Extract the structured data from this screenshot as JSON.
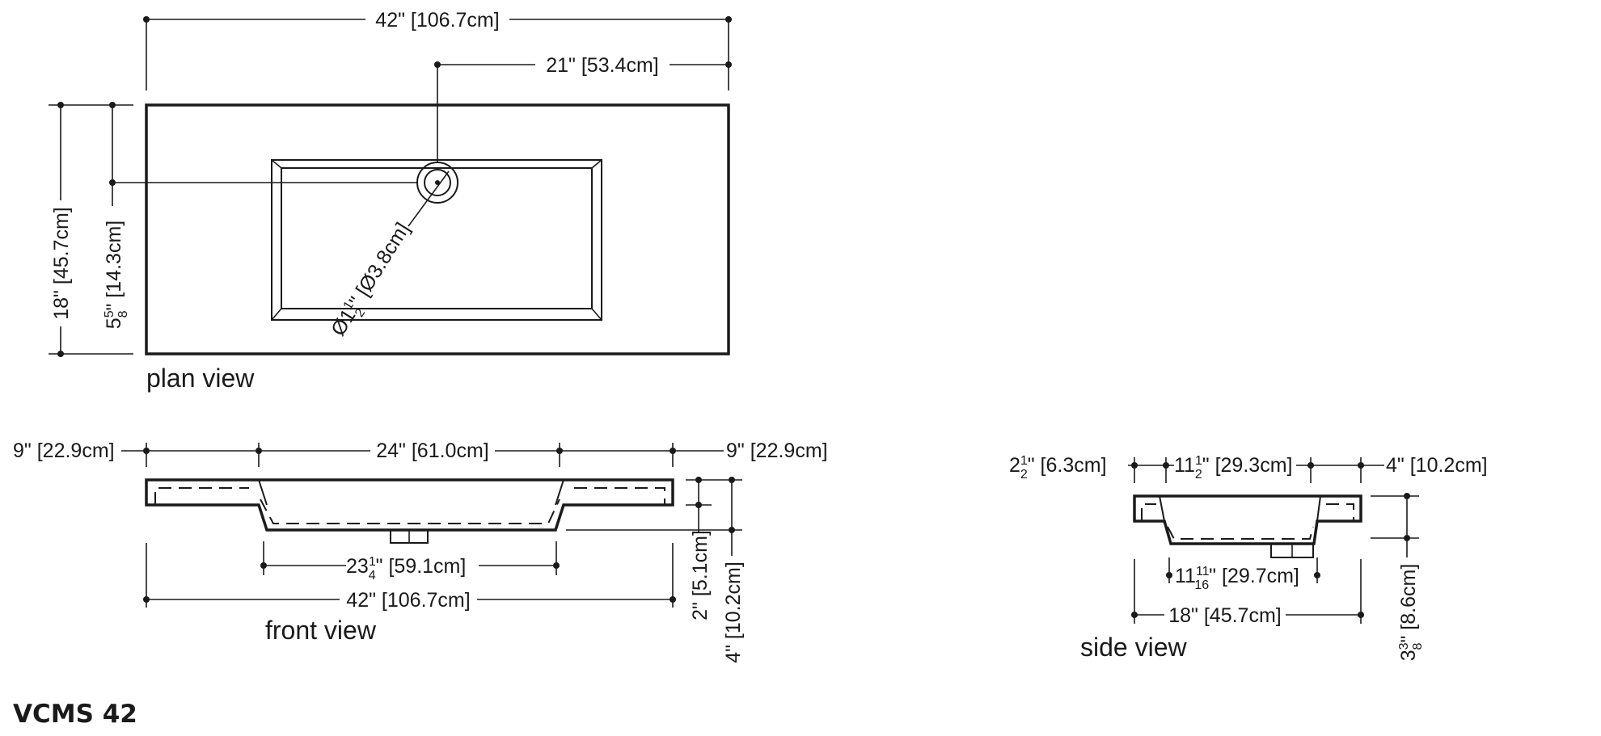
{
  "model": "VCMS 42",
  "views": {
    "plan": {
      "label": "plan view",
      "width": "42\" [106.7cm]",
      "drain_offset_x": "21\" [53.4cm]",
      "depth": "18\" [45.7cm]",
      "drain_offset_y": {
        "whole": "5",
        "num": "5",
        "den": "8",
        "rest": "\" [14.3cm]"
      },
      "drain_diameter": {
        "whole": "Ø1",
        "num": "1",
        "den": "2",
        "rest": "\" [Ø3.8cm]"
      }
    },
    "front": {
      "label": "front view",
      "left_deck": "9\" [22.9cm]",
      "basin_width": "24\" [61.0cm]",
      "right_deck": "9\" [22.9cm]",
      "inner_width": {
        "whole": "23",
        "num": "1",
        "den": "4",
        "rest": "\" [59.1cm]"
      },
      "overall_width": "42\" [106.7cm]",
      "deck_thickness": "2\" [5.1cm]",
      "overall_height": "4\" [10.2cm]"
    },
    "side": {
      "label": "side view",
      "back_deck": {
        "whole": "2",
        "num": "1",
        "den": "2",
        "rest": "\" [6.3cm]"
      },
      "basin_depth": {
        "whole": "11",
        "num": "1",
        "den": "2",
        "rest": "\" [29.3cm]"
      },
      "front_deck": "4\" [10.2cm]",
      "inner_depth": {
        "whole": "11",
        "num": "11",
        "den": "16",
        "rest": "\" [29.7cm]"
      },
      "overall_depth": "18\" [45.7cm]",
      "height": {
        "whole": "3",
        "num": "3",
        "den": "8",
        "rest": "\" [8.6cm]"
      }
    }
  }
}
